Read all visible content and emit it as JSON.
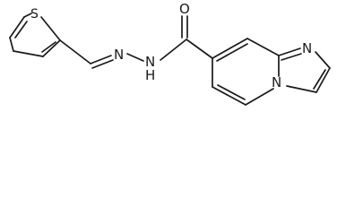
{
  "atoms": {
    "thiophene_s": "S",
    "carbonyl_o": "O",
    "imine_n": "N",
    "amide_n": "N",
    "amide_h": "H",
    "imidazole_n": "N",
    "bridge_n": "N"
  }
}
